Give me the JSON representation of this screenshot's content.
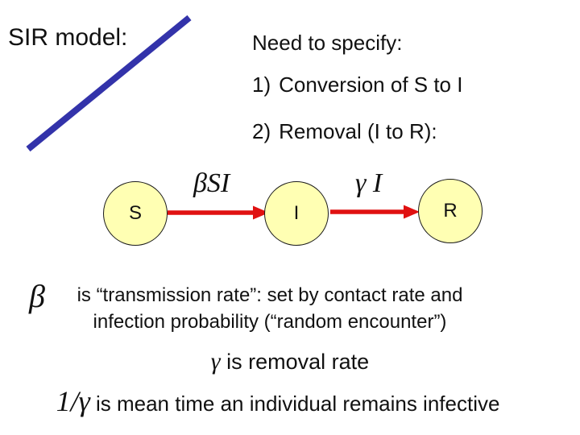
{
  "theme": {
    "accent-blue": "#3333aa",
    "arrow-red": "#e01111",
    "node-fill": "#ffffb3",
    "node-border": "#1a1a1a",
    "text-color": "#111111"
  },
  "slide": {
    "title": "SIR model:",
    "specify": {
      "header": "Need to specify:",
      "items": [
        {
          "num": "1)",
          "text": "Conversion of S to I"
        },
        {
          "num": "2)",
          "text": "Removal (I to R):"
        }
      ]
    },
    "diagram": {
      "nodes": [
        {
          "id": "S",
          "label": "S"
        },
        {
          "id": "I",
          "label": "I"
        },
        {
          "id": "R",
          "label": "R"
        }
      ],
      "edges": [
        {
          "from": "S",
          "to": "I",
          "label": "βSI"
        },
        {
          "from": "I",
          "to": "R",
          "label": "γ I"
        }
      ]
    },
    "notes": {
      "beta": {
        "symbol": "β",
        "line1": "is “transmission rate”: set by contact rate and",
        "line2": "infection probability (“random encounter”)"
      },
      "gamma": {
        "symbol": "γ",
        "text": " is removal rate"
      },
      "inv_gamma": {
        "symbol": "1/γ",
        "text": " is mean time an individual remains infective"
      }
    }
  }
}
